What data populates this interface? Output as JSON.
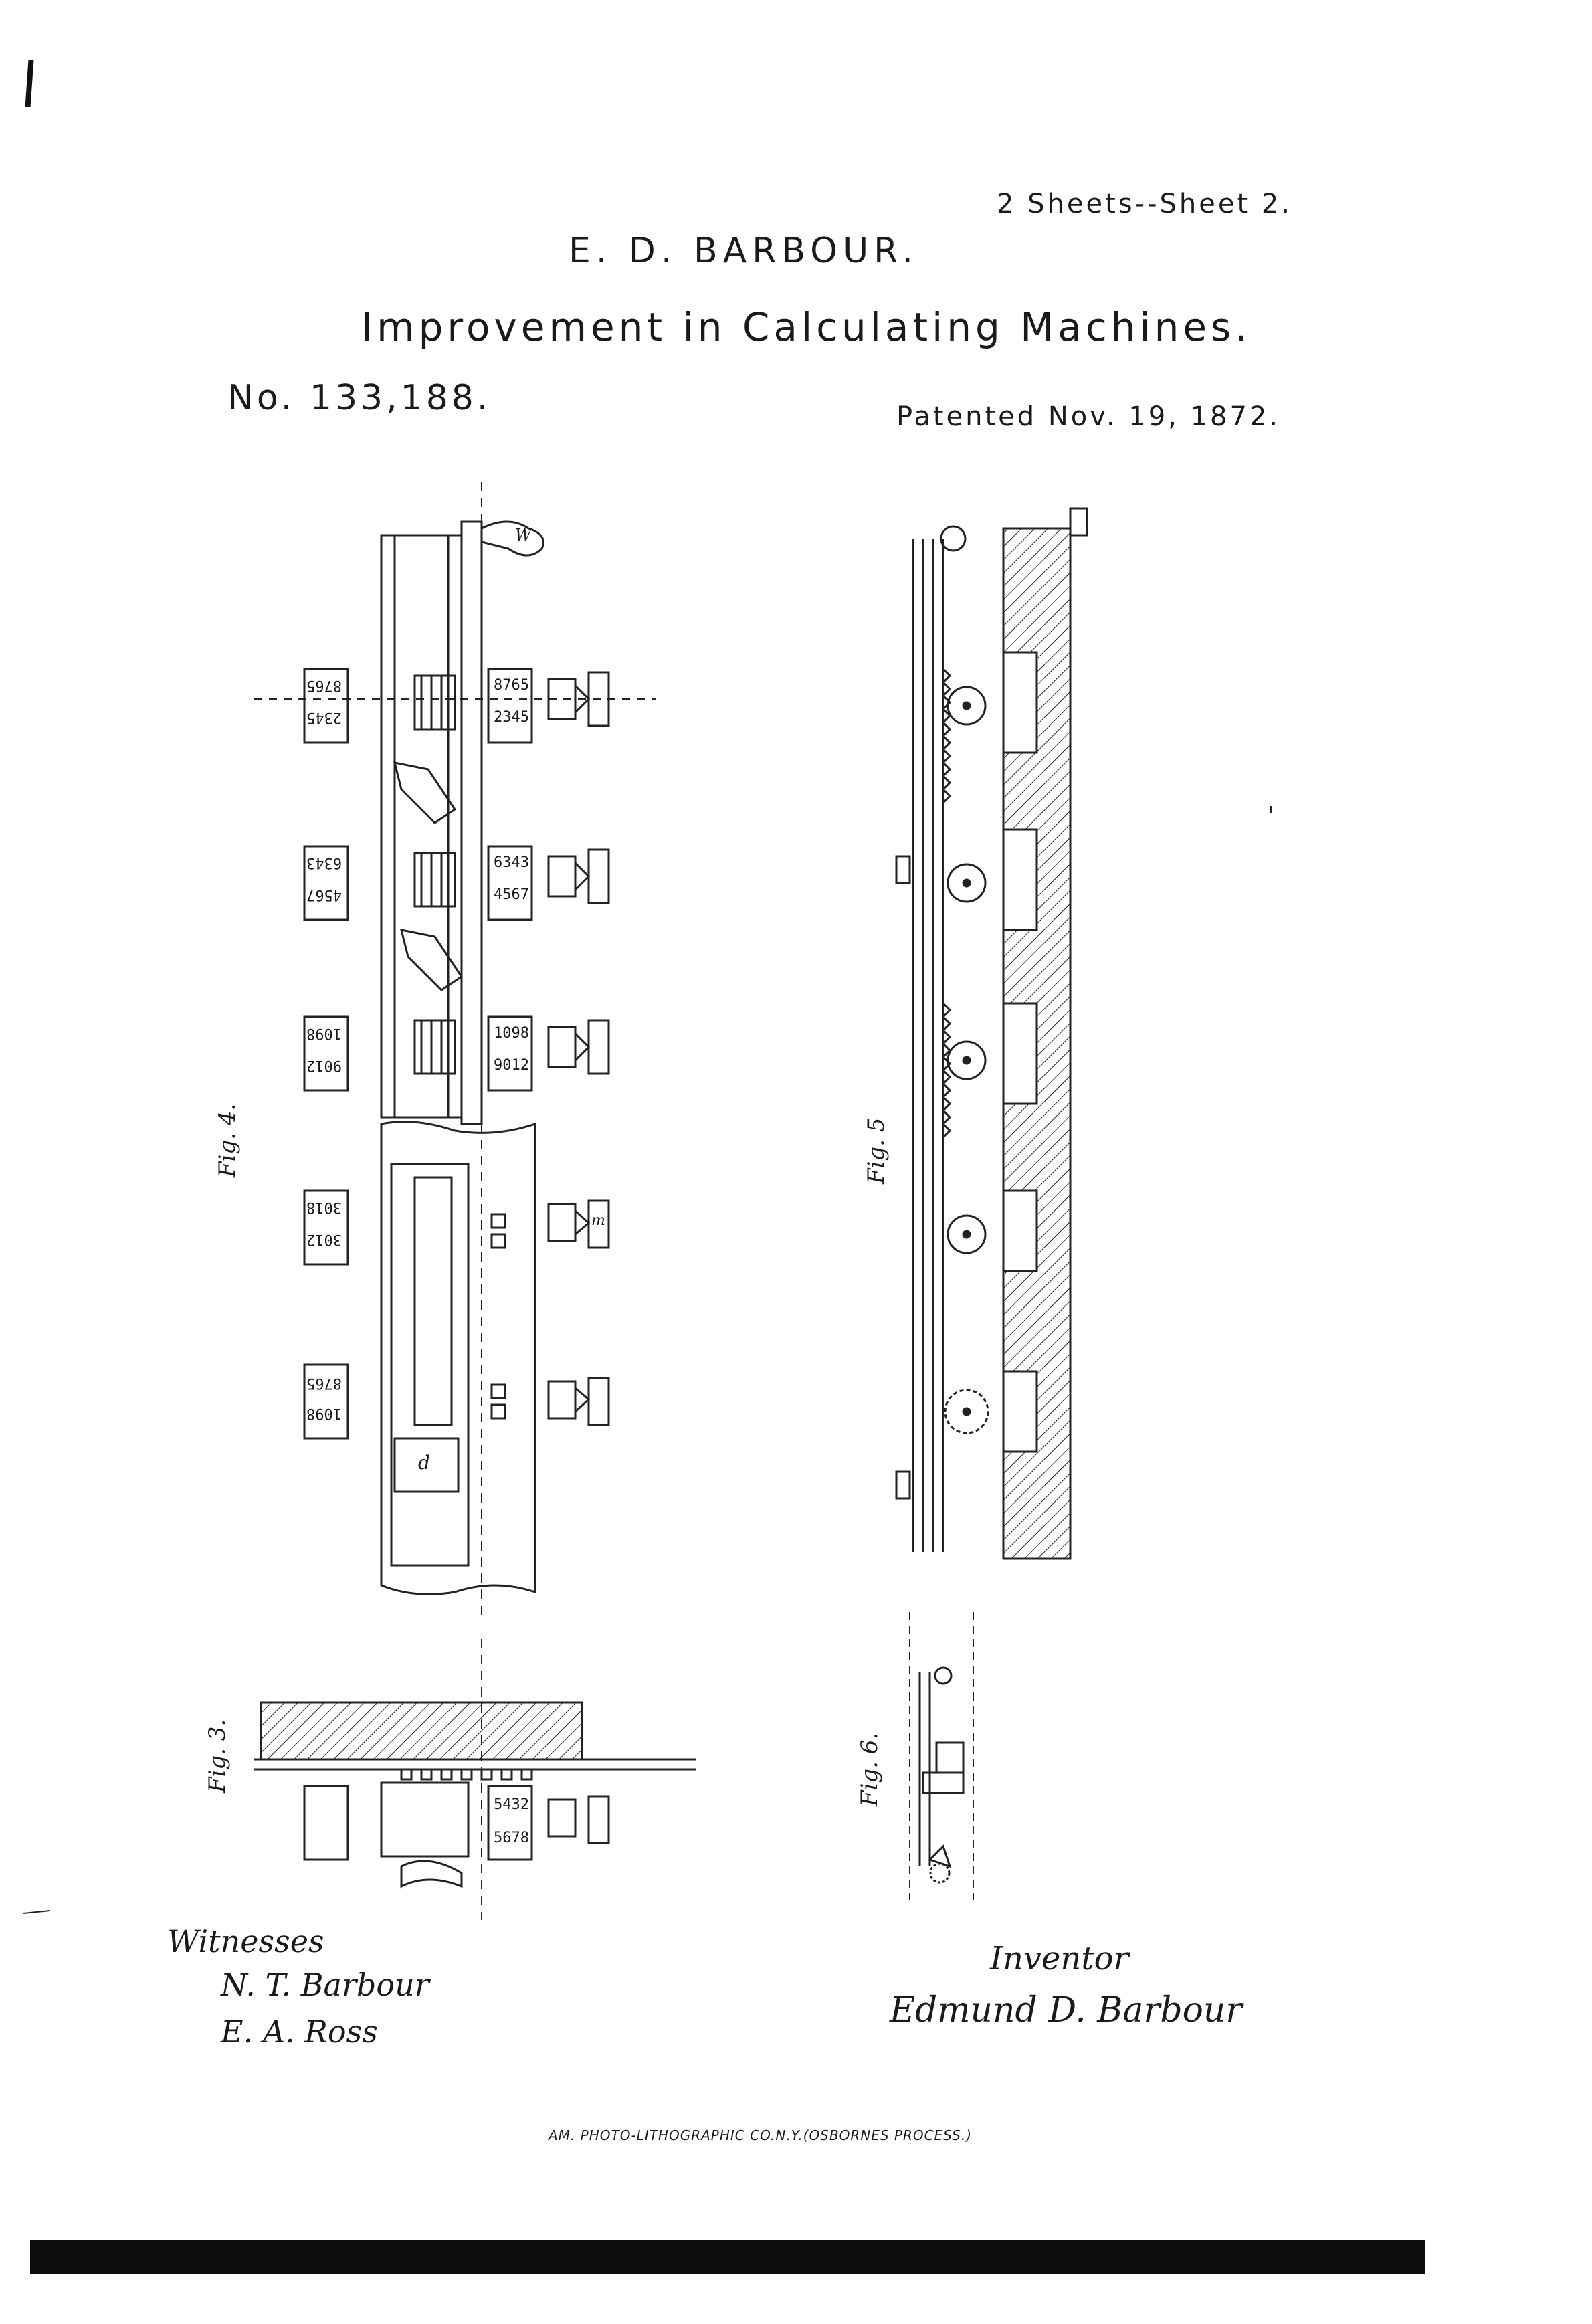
{
  "header": {
    "sheets": "2 Sheets--Sheet 2.",
    "inventor_name": "E. D. BARBOUR.",
    "title": "Improvement in Calculating Machines.",
    "patent_number": "No. 133,188.",
    "patent_date": "Patented Nov. 19, 1872."
  },
  "figures": {
    "fig4": "Fig. 4.",
    "fig5": "Fig. 5",
    "fig3": "Fig. 3.",
    "fig6": "Fig. 6."
  },
  "drawing_labels": {
    "wheel_counters_left": [
      "8765",
      "2345",
      "6343",
      "4567",
      "1098",
      "9012"
    ],
    "wheel_counters_right": [
      "8765",
      "2345",
      "6343",
      "4567",
      "1098",
      "9012"
    ],
    "lower_counters": [
      "3018",
      "1098",
      "3012",
      "8765"
    ],
    "fig3_counters": [
      "5432",
      "5678"
    ],
    "letter_w": "W",
    "letter_d": "d",
    "letter_m": "m"
  },
  "signatures": {
    "witnesses_label": "Witnesses",
    "witness_1": "N. T. Barbour",
    "witness_2": "E. A. Ross",
    "inventor_label": "Inventor",
    "inventor_signature": "Edmund D. Barbour"
  },
  "footer": {
    "lithographer": "AM. PHOTO-LITHOGRAPHIC CO.N.Y.(OSBORNES PROCESS.)"
  }
}
